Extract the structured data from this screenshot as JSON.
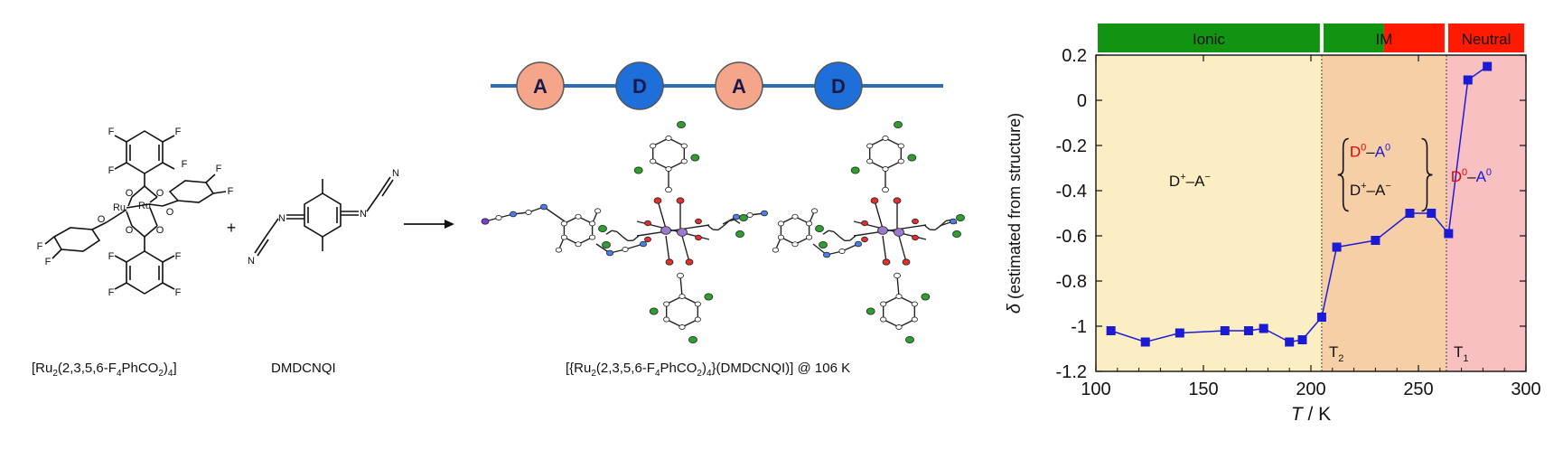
{
  "scheme": {
    "reactant1_prefix": "[Ru",
    "reactant1_sub": "2",
    "reactant1_mid": "(2,3,5,6-F",
    "reactant1_sub2": "4",
    "reactant1_mid2": "PhCO",
    "reactant1_sub3": "2",
    "reactant1_sub4": "4",
    "reactant1_suffix": "]",
    "plus": "+",
    "reactant2": "DMDCNQI",
    "product_prefix": "[{Ru",
    "product_sub": "2",
    "product_mid": "(2,3,5,6-F",
    "product_sub2": "4",
    "product_mid2": "PhCO",
    "product_sub3": "2",
    "product_sub4": "4",
    "product_suffix": "}(DMDCNQI)] @ 106 K",
    "atom_F": "F",
    "atom_Ru": "Ru",
    "atom_O": "O",
    "atom_N": "N",
    "chain": [
      "A",
      "D",
      "A",
      "D"
    ],
    "acceptor_color": "#f4a58a",
    "donor_color": "#1e6fd9",
    "chain_line_color": "#2f6db3"
  },
  "chart_data": {
    "type": "scatter",
    "xlabel_italic": "T",
    "xlabel_rest": " / K",
    "ylabel_italic": "δ",
    "ylabel_rest": " (estimated from structure)",
    "xlim": [
      100,
      300
    ],
    "ylim": [
      -1.2,
      0.2
    ],
    "xticks": [
      "100",
      "150",
      "200",
      "250",
      "300"
    ],
    "yticks": [
      "0.2",
      "0",
      "-0.2",
      "-0.4",
      "-0.6",
      "-0.8",
      "-1",
      "-1.2"
    ],
    "series": [
      {
        "color": "#1b1bd6",
        "x": [
          107,
          123,
          139,
          160,
          171,
          178,
          190,
          196,
          205,
          212,
          230,
          246,
          256,
          264,
          273,
          282
        ],
        "y": [
          -1.02,
          -1.07,
          -1.03,
          -1.02,
          -1.02,
          -1.01,
          -1.07,
          -1.06,
          -0.96,
          -0.65,
          -0.62,
          -0.5,
          -0.5,
          -0.59,
          0.09,
          0.15
        ]
      }
    ],
    "regions": [
      {
        "label": "Ionic",
        "from": 100,
        "to": 205,
        "color": "#fbeec3",
        "bar_color": "#129312"
      },
      {
        "label": "IM",
        "from": 205,
        "to": 263,
        "color": "#f7cfa6",
        "bar_color": "#129312",
        "bar_color2": "#ff1a00",
        "bar_split": 234
      },
      {
        "label": "Neutral",
        "from": 263,
        "to": 300,
        "color": "#f8c0c0",
        "bar_color": "#ff1a00"
      }
    ],
    "transitions": [
      {
        "label": "T",
        "sub": "2",
        "x": 205
      },
      {
        "label": "T",
        "sub": "1",
        "x": 263
      }
    ],
    "annotations": {
      "ionic_state": {
        "d": "D",
        "dsup": "+",
        "dash": "–",
        "a": "A",
        "asup": "−"
      },
      "im_state1": {
        "d": "D",
        "dsup": "0",
        "dash": "–",
        "a": "A",
        "asup": "0"
      },
      "im_state2": {
        "d": "D",
        "dsup": "+",
        "dash": "–",
        "a": "A",
        "asup": "−"
      },
      "neutral_state": {
        "d": "D",
        "dsup": "0",
        "dash": "–",
        "a": "A",
        "asup": "0"
      }
    }
  }
}
